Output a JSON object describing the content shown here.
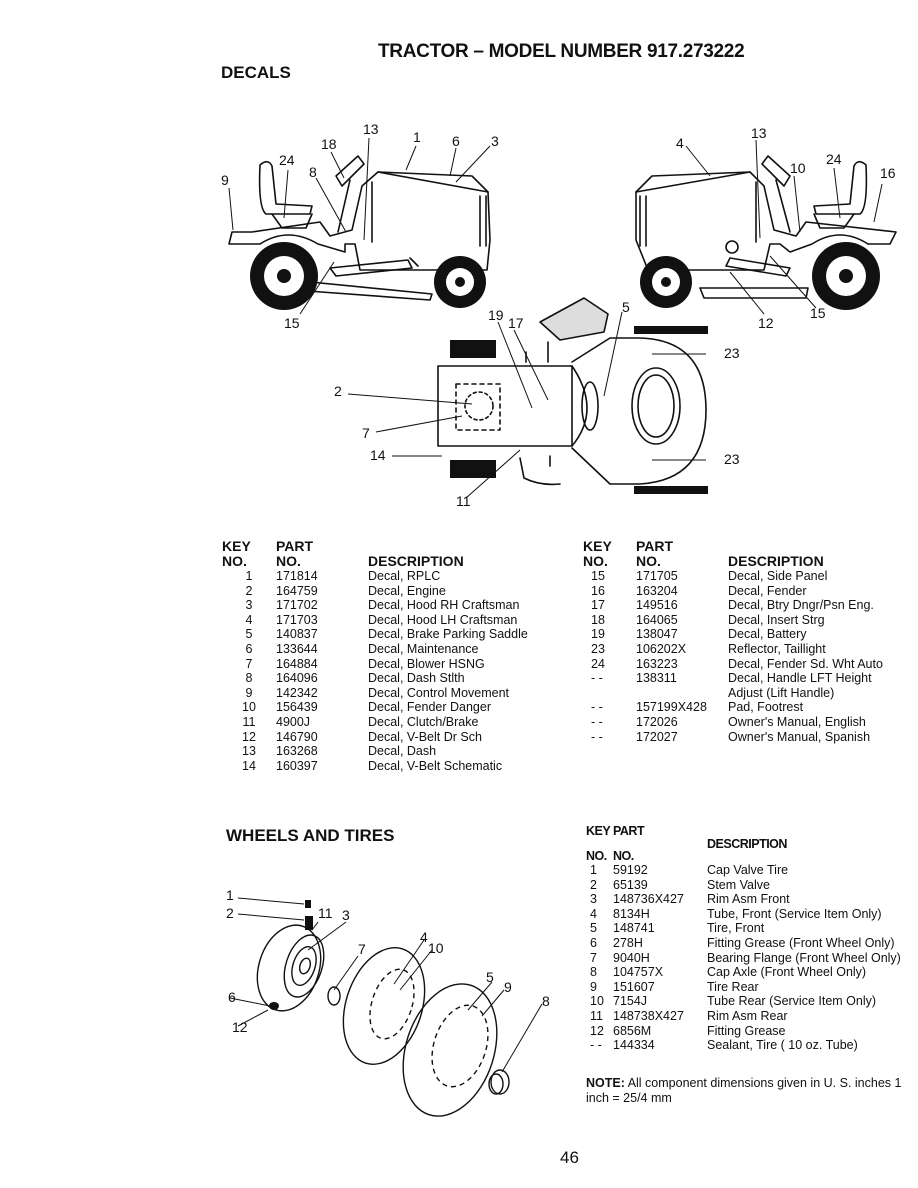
{
  "header": {
    "title": "TRACTOR – MODEL NUMBER 917.273222",
    "decals_heading": "DECALS"
  },
  "decal_callouts": {
    "left_tractor": [
      "9",
      "24",
      "18",
      "8",
      "13",
      "1",
      "6",
      "3",
      "15"
    ],
    "right_tractor": [
      "4",
      "13",
      "10",
      "24",
      "16",
      "15",
      "12"
    ],
    "top_view": [
      "19",
      "17",
      "5",
      "23",
      "2",
      "7",
      "14",
      "23",
      "11"
    ]
  },
  "decals_table": {
    "headers": {
      "key_top": "KEY",
      "part_top": "PART",
      "key_bottom": "NO.",
      "part_bottom": "NO.",
      "description": "DESCRIPTION"
    },
    "left_rows": [
      {
        "key": "1",
        "part": "171814",
        "desc": "Decal, RPLC"
      },
      {
        "key": "2",
        "part": "164759",
        "desc": "Decal, Engine"
      },
      {
        "key": "3",
        "part": "171702",
        "desc": "Decal, Hood RH Craftsman"
      },
      {
        "key": "4",
        "part": "171703",
        "desc": "Decal, Hood LH Craftsman"
      },
      {
        "key": "5",
        "part": "140837",
        "desc": "Decal, Brake Parking Saddle"
      },
      {
        "key": "6",
        "part": "133644",
        "desc": "Decal, Maintenance"
      },
      {
        "key": "7",
        "part": "164884",
        "desc": "Decal, Blower HSNG"
      },
      {
        "key": "8",
        "part": "164096",
        "desc": "Decal, Dash Stlth"
      },
      {
        "key": "9",
        "part": "142342",
        "desc": "Decal, Control Movement"
      },
      {
        "key": "10",
        "part": "156439",
        "desc": "Decal, Fender Danger"
      },
      {
        "key": "11",
        "part": "4900J",
        "desc": "Decal, Clutch/Brake"
      },
      {
        "key": "12",
        "part": "146790",
        "desc": "Decal, V-Belt Dr Sch"
      },
      {
        "key": "13",
        "part": "163268",
        "desc": "Decal, Dash"
      },
      {
        "key": "14",
        "part": "160397",
        "desc": "Decal, V-Belt Schematic"
      }
    ],
    "right_rows": [
      {
        "key": "15",
        "part": "171705",
        "desc": "Decal, Side Panel"
      },
      {
        "key": "16",
        "part": "163204",
        "desc": "Decal, Fender"
      },
      {
        "key": "17",
        "part": "149516",
        "desc": "Decal, Btry Dngr/Psn Eng."
      },
      {
        "key": "18",
        "part": "164065",
        "desc": "Decal, Insert Strg"
      },
      {
        "key": "19",
        "part": "138047",
        "desc": "Decal, Battery"
      },
      {
        "key": "23",
        "part": "106202X",
        "desc": "Reflector, Taillight"
      },
      {
        "key": "24",
        "part": "163223",
        "desc": "Decal, Fender Sd. Wht Auto"
      },
      {
        "key": "- -",
        "part": "138311",
        "desc": "Decal, Handle LFT Height"
      },
      {
        "key": "",
        "part": "",
        "desc": "Adjust (Lift Handle)"
      },
      {
        "key": "- -",
        "part": "157199X428",
        "desc": "Pad, Footrest"
      },
      {
        "key": "- -",
        "part": "172026",
        "desc": "Owner's Manual, English"
      },
      {
        "key": "- -",
        "part": "172027",
        "desc": "Owner's Manual, Spanish"
      }
    ]
  },
  "wheels": {
    "heading": "WHEELS AND TIRES",
    "callouts": [
      "1",
      "2",
      "11",
      "3",
      "4",
      "10",
      "7",
      "5",
      "9",
      "8",
      "6",
      "12"
    ],
    "headers": {
      "key_top": "KEY",
      "part_top": "PART",
      "key_bottom": "NO.",
      "part_bottom": "NO.",
      "description": "DESCRIPTION"
    },
    "rows": [
      {
        "key": "1",
        "part": "59192",
        "desc": "Cap Valve Tire"
      },
      {
        "key": "2",
        "part": "65139",
        "desc": "Stem Valve"
      },
      {
        "key": "3",
        "part": "148736X427",
        "desc": "Rim Asm Front"
      },
      {
        "key": "4",
        "part": "8134H",
        "desc": "Tube, Front (Service Item Only)"
      },
      {
        "key": "5",
        "part": "148741",
        "desc": "Tire, Front"
      },
      {
        "key": "6",
        "part": "278H",
        "desc": "Fitting Grease (Front Wheel Only)"
      },
      {
        "key": "7",
        "part": "9040H",
        "desc": "Bearing Flange (Front Wheel Only)"
      },
      {
        "key": "8",
        "part": "104757X",
        "desc": "Cap Axle (Front Wheel Only)"
      },
      {
        "key": "9",
        "part": "151607",
        "desc": "Tire Rear"
      },
      {
        "key": "10",
        "part": "7154J",
        "desc": "Tube Rear (Service Item Only)"
      },
      {
        "key": "11",
        "part": "148738X427",
        "desc": "Rim Asm Rear"
      },
      {
        "key": "12",
        "part": "6856M",
        "desc": "Fitting Grease"
      },
      {
        "key": "- -",
        "part": "144334",
        "desc": "Sealant, Tire ( 10 oz. Tube)"
      }
    ],
    "note_label": "NOTE:",
    "note_text": "All component dimensions given in U. S. inches 1 inch = 25/4 mm"
  },
  "footer": {
    "page_number": "46"
  }
}
